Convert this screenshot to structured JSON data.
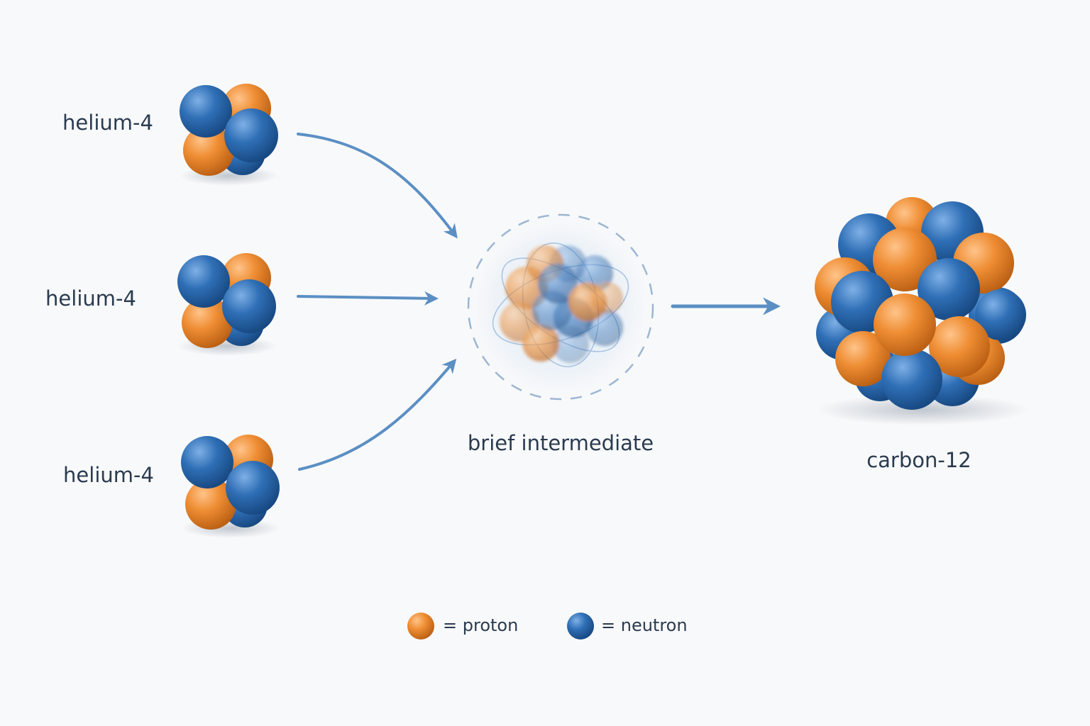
{
  "labels": {
    "helium_1": "helium-4",
    "helium_2": "helium-4",
    "helium_3": "helium-4",
    "intermediate": "brief intermediate",
    "product": "carbon-12"
  },
  "legend": {
    "proton": "= proton",
    "neutron": "= neutron"
  },
  "colors": {
    "proton": "#e8842a",
    "neutron": "#2e6fb5",
    "arrow": "#5b8fc4",
    "text": "#2a3b4f",
    "background": "#f8f9fa"
  }
}
